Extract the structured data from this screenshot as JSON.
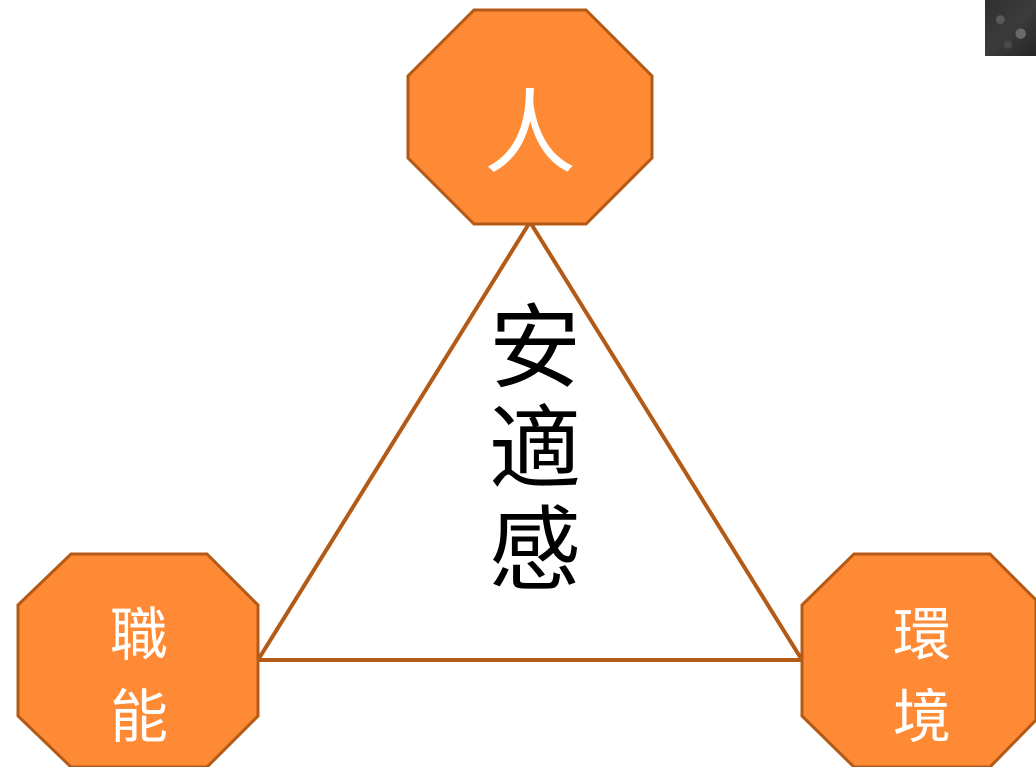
{
  "nodes": {
    "top": {
      "text": "人"
    },
    "left": {
      "line1": "職",
      "line2": "能"
    },
    "right": {
      "line1": "環",
      "line2": "境"
    }
  },
  "center": {
    "line1": "安",
    "line2": "適",
    "line3": "感"
  },
  "colors": {
    "node_fill": "#FF8A36",
    "node_stroke": "#B35A17",
    "edge": "#B35A17",
    "node_text": "#FFFFFF",
    "center_text": "#000000"
  }
}
